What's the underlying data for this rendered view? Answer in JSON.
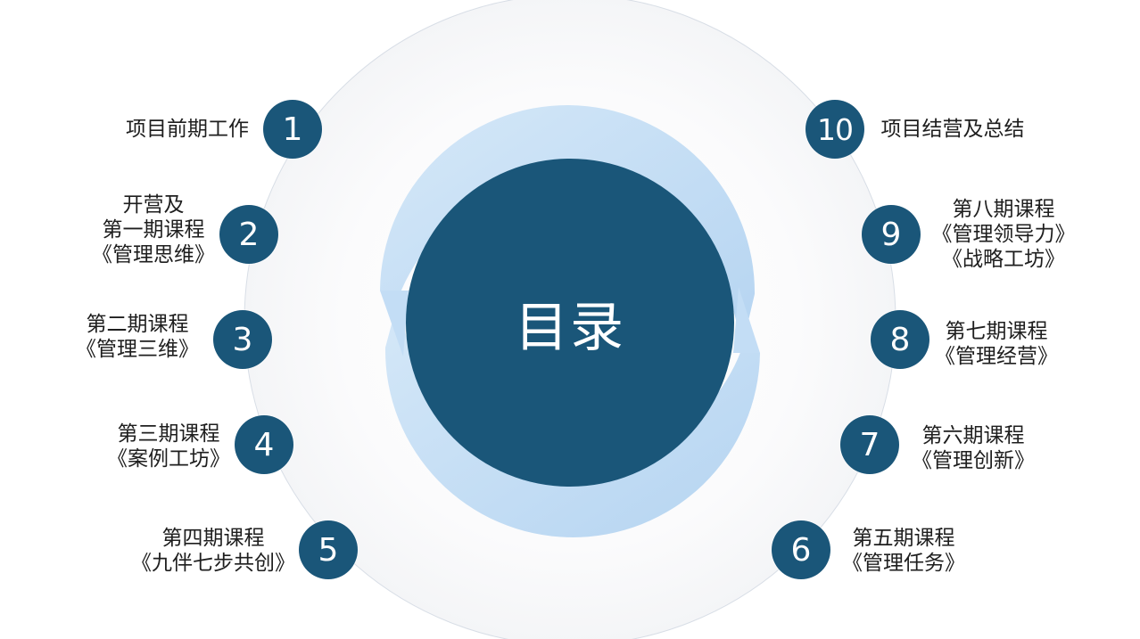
{
  "title": "目录",
  "colors": {
    "node_fill": "#1a5679",
    "center_fill": "#1a5679",
    "arc_light": "#c9e2f7",
    "arc_mid": "#b7d6f2",
    "ring_bg": "#f6f7f9",
    "text": "#1e1e1e"
  },
  "items": [
    {
      "num": "1",
      "lines": [
        "项目前期工作"
      ]
    },
    {
      "num": "2",
      "lines": [
        "开营及",
        "第一期课程",
        "《管理思维》"
      ]
    },
    {
      "num": "3",
      "lines": [
        "第二期课程",
        "《管理三维》"
      ]
    },
    {
      "num": "4",
      "lines": [
        "第三期课程",
        "《案例工坊》"
      ]
    },
    {
      "num": "5",
      "lines": [
        "第四期课程",
        "《九伴七步共创》"
      ]
    },
    {
      "num": "6",
      "lines": [
        "第五期课程",
        "《管理任务》"
      ]
    },
    {
      "num": "7",
      "lines": [
        "第六期课程",
        "《管理创新》"
      ]
    },
    {
      "num": "8",
      "lines": [
        "第七期课程",
        "《管理经营》"
      ]
    },
    {
      "num": "9",
      "lines": [
        "第八期课程",
        "《管理领导力》",
        "《战略工坊》"
      ]
    },
    {
      "num": "10",
      "lines": [
        "项目结营及总结"
      ]
    }
  ]
}
